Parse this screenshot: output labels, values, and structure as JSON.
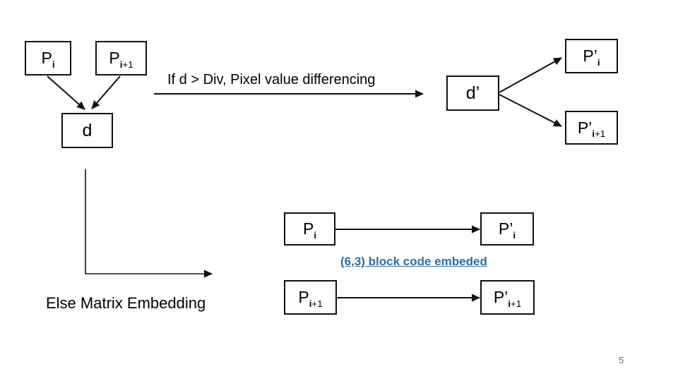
{
  "slide": {
    "page_number": "5"
  },
  "colors": {
    "line": "#111111",
    "link_text": "#2e6da4",
    "page_number": "#6e6e6e"
  },
  "texts": {
    "condition": "If d > Div, Pixel value differencing",
    "else_branch": "Else Matrix Embedding",
    "block_code": "(6,3) block code embeded"
  },
  "boxes": {
    "pi_top": {
      "base": "P",
      "sub_bold": "i",
      "sub_rest": ""
    },
    "pi1_top": {
      "base": "P",
      "sub_bold": "i",
      "sub_rest": "+1"
    },
    "d": {
      "base": "d",
      "sub_bold": "",
      "sub_rest": ""
    },
    "dprime": {
      "base": "d’",
      "sub_bold": "",
      "sub_rest": ""
    },
    "ppi_top": {
      "base": "P’",
      "sub_bold": "i",
      "sub_rest": ""
    },
    "ppi1_top": {
      "base": "P’",
      "sub_bold": "i",
      "sub_rest": "+1"
    },
    "pi_mid": {
      "base": "P",
      "sub_bold": "i",
      "sub_rest": ""
    },
    "ppi_mid": {
      "base": "P’",
      "sub_bold": "i",
      "sub_rest": ""
    },
    "pi1_bot": {
      "base": "P",
      "sub_bold": "i",
      "sub_rest": "+1"
    },
    "ppi1_bot": {
      "base": "P’",
      "sub_bold": "i",
      "sub_rest": "+1"
    }
  }
}
